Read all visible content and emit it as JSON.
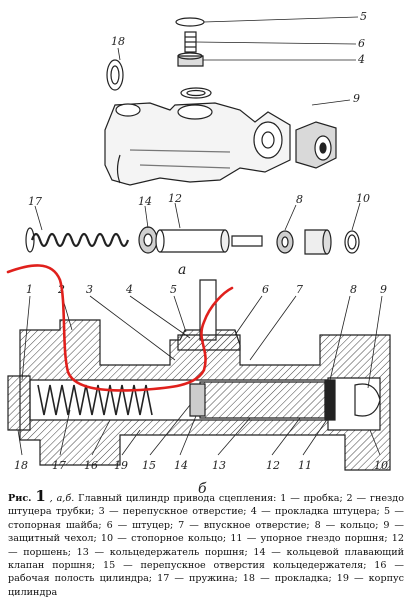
{
  "view_a_label": "а",
  "view_b_label": "б",
  "view_a_callouts": [
    "5",
    "6",
    "4",
    "18",
    "9",
    "17",
    "14",
    "12",
    "8",
    "10"
  ],
  "view_b_callouts": [
    "1",
    "2",
    "3",
    "4",
    "5",
    "6",
    "7",
    "8",
    "9",
    "18",
    "17",
    "16",
    "19",
    "15",
    "14",
    "13",
    "12",
    "11",
    "10"
  ],
  "caption": {
    "fig_prefix": "Рис.",
    "fig_number": "1",
    "fig_sub": ", а,б.",
    "text": "Главный цилиндр привода сцепления: 1 — пробка; 2 — гнездо штуцера трубки; 3 — перепускное отверстие; 4 — прокладка штуцера; 5 — стопорная шайба; 6 — штуцер; 7 — впускное отверстие; 8 — кольцо; 9 — защитный чехол; 10 — стопорное кольцо; 11 — упорное гнездо поршня; 12 — поршень; 13 — кольцедержатель поршня; 14 — кольцевой плавающий клапан поршня; 15 — перепускное отверстия кольцедержателя; 16 — рабочая полость цилиндра; 17 — пружина; 18 — прокладка; 19 — корпус цилиндра"
  },
  "colors": {
    "ink": "#222222",
    "annotation_red": "#e0201c",
    "hatch": "#555555"
  }
}
